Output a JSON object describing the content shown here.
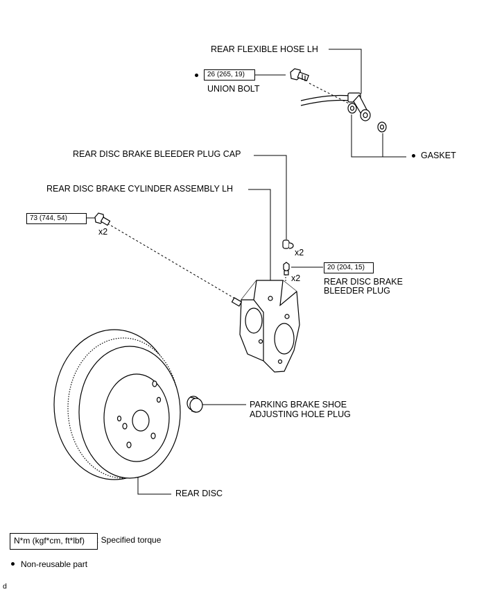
{
  "labels": {
    "rear_flexible_hose": "REAR FLEXIBLE HOSE LH",
    "union_bolt": "UNION BOLT",
    "gasket": "GASKET",
    "bleeder_plug_cap": "REAR DISC BRAKE BLEEDER PLUG CAP",
    "cylinder_assembly": "REAR DISC BRAKE CYLINDER ASSEMBLY LH",
    "bleeder_plug_line1": "REAR DISC BRAKE",
    "bleeder_plug_line2": "BLEEDER PLUG",
    "parking_plug_line1": "PARKING BRAKE SHOE",
    "parking_plug_line2": "ADJUSTING HOLE PLUG",
    "rear_disc": "REAR DISC",
    "qty_caliper_bolt": "x2",
    "qty_cap": "x2",
    "qty_bleeder": "x2"
  },
  "torques": {
    "union_bolt": "26 (265, 19)",
    "caliper_bolt": "73 (744, 54)",
    "bleeder_plug": "20 (204, 15)"
  },
  "legend": {
    "torque_unit": "N*m (kgf*cm, ft*lbf)",
    "torque_desc": ": Specified torque",
    "nonreusable_desc": "Non-reusable part"
  },
  "corner_mark": "d"
}
